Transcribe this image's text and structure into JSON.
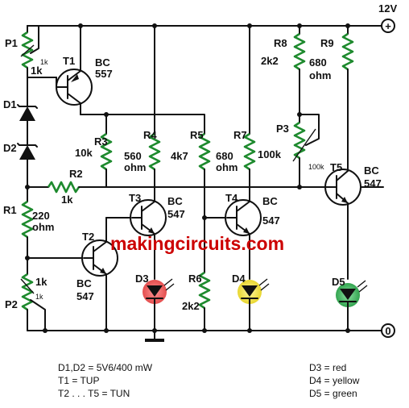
{
  "supply": {
    "positive": "12V",
    "terminal_top": "+",
    "terminal_bottom": "0"
  },
  "components": {
    "p1": {
      "ref": "P1",
      "value": "1k",
      "inner": "1k"
    },
    "p2": {
      "ref": "P2",
      "value": "1k",
      "inner": "1k"
    },
    "p3": {
      "ref": "P3",
      "value": "100k",
      "inner": "100k"
    },
    "d1": {
      "ref": "D1"
    },
    "d2": {
      "ref": "D2"
    },
    "d3": {
      "ref": "D3"
    },
    "d4": {
      "ref": "D4"
    },
    "d5": {
      "ref": "D5"
    },
    "r1": {
      "ref": "R1",
      "value_line1": "220",
      "value_line2": "ohm"
    },
    "r2": {
      "ref": "R2",
      "value": "1k"
    },
    "r3": {
      "ref": "R3",
      "value": "10k"
    },
    "r4": {
      "ref": "R4",
      "value_line1": "560",
      "value_line2": "ohm"
    },
    "r5": {
      "ref": "R5",
      "value": "4k7"
    },
    "r6": {
      "ref": "R6",
      "value": "2k2"
    },
    "r7": {
      "ref": "R7",
      "value_line1": "680",
      "value_line2": "ohm"
    },
    "r8": {
      "ref": "R8",
      "value": "2k2"
    },
    "r9": {
      "ref": "R9",
      "value_line1": "680",
      "value_line2": "ohm"
    },
    "t1": {
      "ref": "T1",
      "type_line1": "BC",
      "type_line2": "557"
    },
    "t2": {
      "ref": "T2",
      "type_line1": "BC",
      "type_line2": "547"
    },
    "t3": {
      "ref": "T3",
      "type_line1": "BC",
      "type_line2": "547"
    },
    "t4": {
      "ref": "T4",
      "type_line1": "BC",
      "type_line2": "547"
    },
    "t5": {
      "ref": "T5",
      "type_line1": "BC",
      "type_line2": "547"
    }
  },
  "legend": {
    "left": [
      "D1,D2 = 5V6/400 mW",
      "T1 = TUP",
      "T2 . . . T5 = TUN"
    ],
    "right": [
      "D3 = red",
      "D4 = yellow",
      "D5 = green"
    ]
  },
  "watermark": "makingcircuits.com",
  "colors": {
    "wire": "#111111",
    "resistor": "#1e8a2e",
    "led_red": "#e03030",
    "led_yellow": "#e6d21a",
    "led_green": "#1c9a3c",
    "watermark": "#cc0000"
  }
}
